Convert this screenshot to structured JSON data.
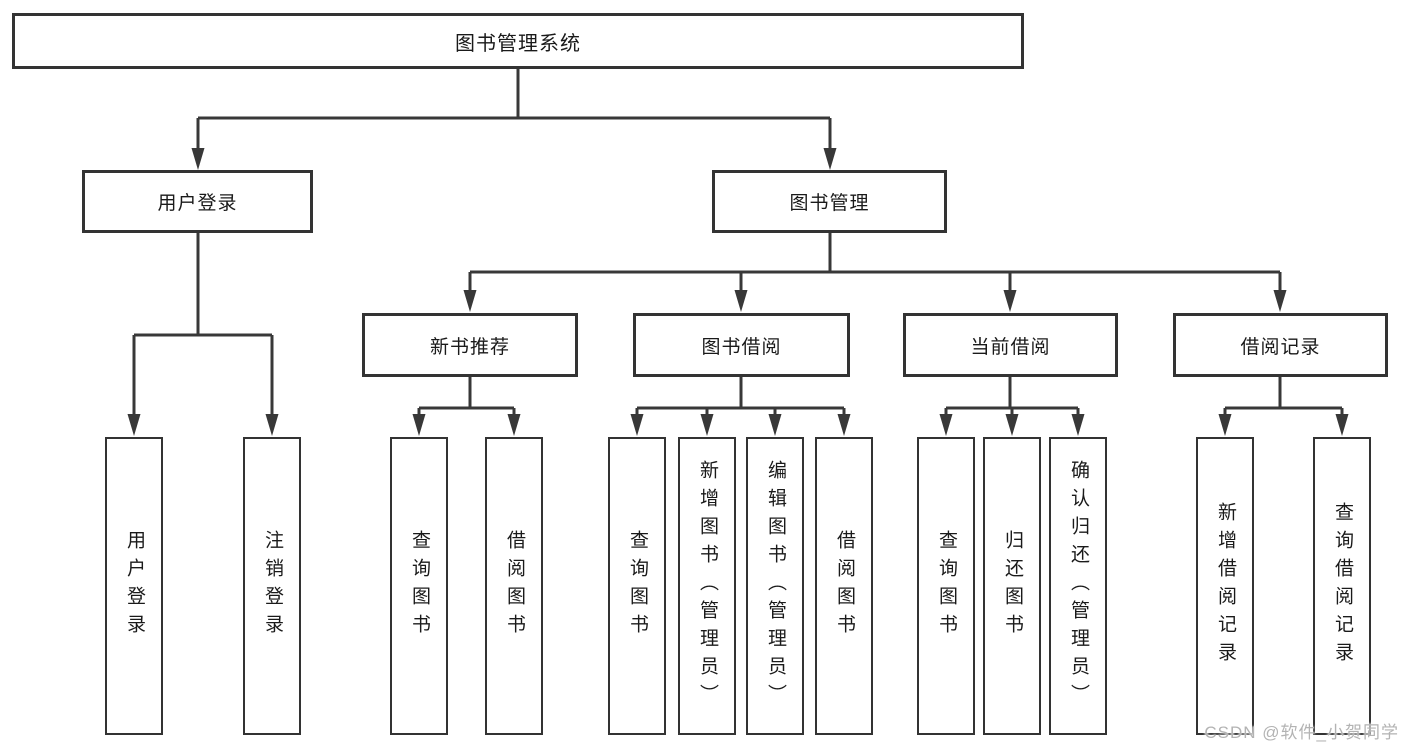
{
  "diagram": {
    "root_label": "图书管理系统",
    "branches": [
      {
        "label": "用户登录",
        "children": [
          {
            "label": "用户登录"
          },
          {
            "label": "注销登录"
          }
        ]
      },
      {
        "label": "图书管理",
        "children": [
          {
            "label": "新书推荐",
            "children": [
              {
                "label": "查询图书"
              },
              {
                "label": "借阅图书"
              }
            ]
          },
          {
            "label": "图书借阅",
            "children": [
              {
                "label": "查询图书"
              },
              {
                "label": "新增图书（管理员）"
              },
              {
                "label": "编辑图书（管理员）"
              },
              {
                "label": "借阅图书"
              }
            ]
          },
          {
            "label": "当前借阅",
            "children": [
              {
                "label": "查询图书"
              },
              {
                "label": "归还图书"
              },
              {
                "label": "确认归还（管理员）"
              }
            ]
          },
          {
            "label": "借阅记录",
            "children": [
              {
                "label": "新增借阅记录"
              },
              {
                "label": "查询借阅记录"
              }
            ]
          }
        ]
      }
    ]
  },
  "watermark": {
    "text": "CSDN @软件_小贺同学"
  },
  "colors": {
    "line": "#383838",
    "box_border": "#333333",
    "text": "#1a1a1a",
    "background": "#ffffff",
    "watermark": "#b3b3b3"
  }
}
